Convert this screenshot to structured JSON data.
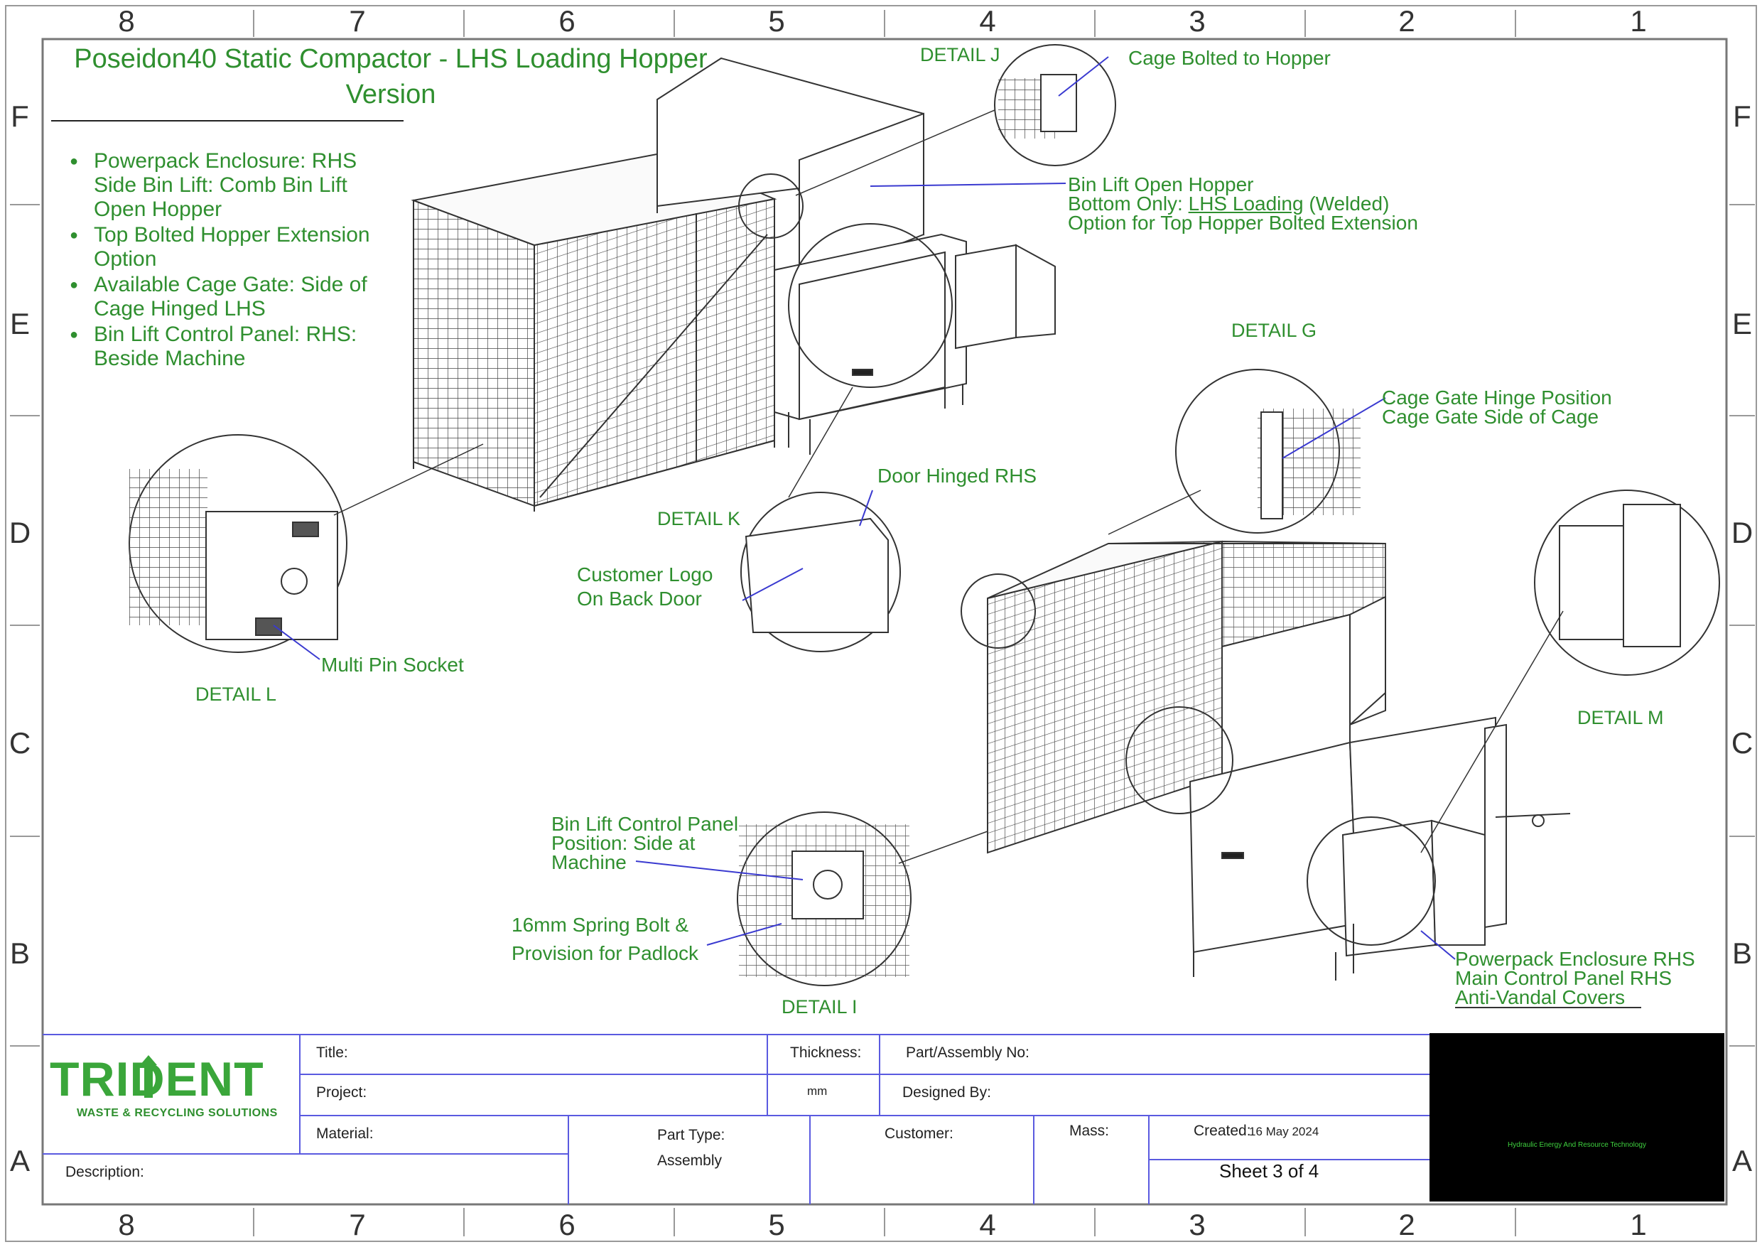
{
  "drawing": {
    "title_line1": "Poseidon40 Static Compactor - LHS Loading Hopper",
    "title_line2": "Version",
    "bullets": [
      "Powerpack Enclosure: RHS Side Bin Lift: Comb Bin Lift Open Hopper",
      "Top Bolted Hopper Extension Option",
      "Available Cage Gate: Side of Cage Hinged LHS",
      "Bin Lift Control Panel: RHS: Beside Machine"
    ]
  },
  "grid": {
    "columns": [
      "8",
      "7",
      "6",
      "5",
      "4",
      "3",
      "2",
      "1"
    ],
    "rows": [
      "F",
      "E",
      "D",
      "C",
      "B",
      "A"
    ]
  },
  "details": {
    "j": "DETAIL J",
    "g": "DETAIL G",
    "k": "DETAIL K",
    "l": "DETAIL L",
    "m": "DETAIL M",
    "i": "DETAIL I"
  },
  "callouts": {
    "cage_bolted": "Cage Bolted to Hopper",
    "bin_lift_hopper_1": "Bin Lift Open Hopper",
    "bin_lift_hopper_2a": "Bottom Only:",
    "bin_lift_hopper_2b": "LHS Loading",
    "bin_lift_hopper_2c": "(Welded)",
    "bin_lift_hopper_3": "Option for Top Hopper Bolted Extension",
    "gate_hinge_1": "Cage Gate Hinge Position",
    "gate_hinge_2": "Cage Gate Side of Cage",
    "door_hinged": "Door Hinged RHS",
    "customer_logo_1": "Customer Logo",
    "customer_logo_2": "On Back Door",
    "multi_pin": "Multi Pin Socket",
    "control_panel_1": "Bin Lift Control Panel",
    "control_panel_2": "Position: Side at",
    "control_panel_3": "Machine",
    "spring_bolt_1": "16mm Spring Bolt &",
    "spring_bolt_2": "Provision for Padlock",
    "powerpack_1": "Powerpack Enclosure RHS",
    "powerpack_2": "Main Control Panel RHS",
    "powerpack_3": "Anti-Vandal Covers"
  },
  "title_block": {
    "title_label": "Title:",
    "project_label": "Project:",
    "material_label": "Material:",
    "description_label": "Description:",
    "thickness_label": "Thickness:",
    "thickness_unit": "mm",
    "part_no_label": "Part/Assembly No:",
    "designed_by_label": "Designed By:",
    "part_type_label": "Part Type:",
    "part_type_value": "Assembly",
    "customer_label": "Customer:",
    "mass_label": "Mass:",
    "created_label": "Created:",
    "created_value": "16 May 2024",
    "sheet": "Sheet 3 of 4"
  },
  "logos": {
    "trident_name": "TRIDENT",
    "trident_tagline": "WASTE & RECYCLING SOLUTIONS",
    "heart_tagline": "Hydraulic Energy And Resource Technology"
  },
  "colors": {
    "annotation_green": "#2f8f2f",
    "leader_blue": "#3a3ad0",
    "border": "#555555",
    "title_block_lines": "#5a5ae0"
  }
}
